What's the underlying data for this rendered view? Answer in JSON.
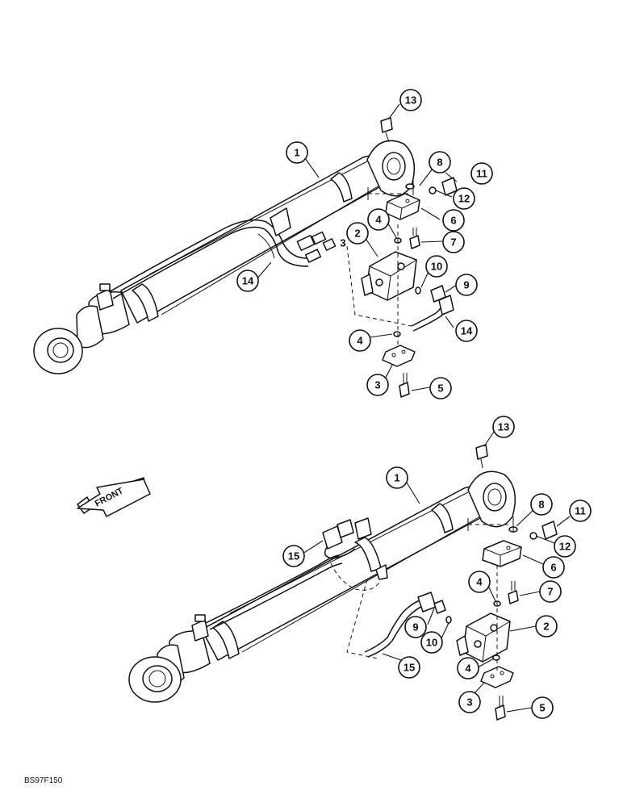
{
  "figure_ref": "BS97F150",
  "front_label": "FRONT",
  "top_assembly": {
    "callouts": [
      "13",
      "1",
      "8",
      "11",
      "12",
      "6",
      "7",
      "4",
      "2",
      "3",
      "10",
      "9",
      "14",
      "14",
      "4",
      "3",
      "5"
    ]
  },
  "bottom_assembly": {
    "callouts": [
      "13",
      "1",
      "8",
      "11",
      "12",
      "6",
      "15",
      "4",
      "7",
      "2",
      "9",
      "10",
      "4",
      "15",
      "3",
      "5"
    ]
  }
}
